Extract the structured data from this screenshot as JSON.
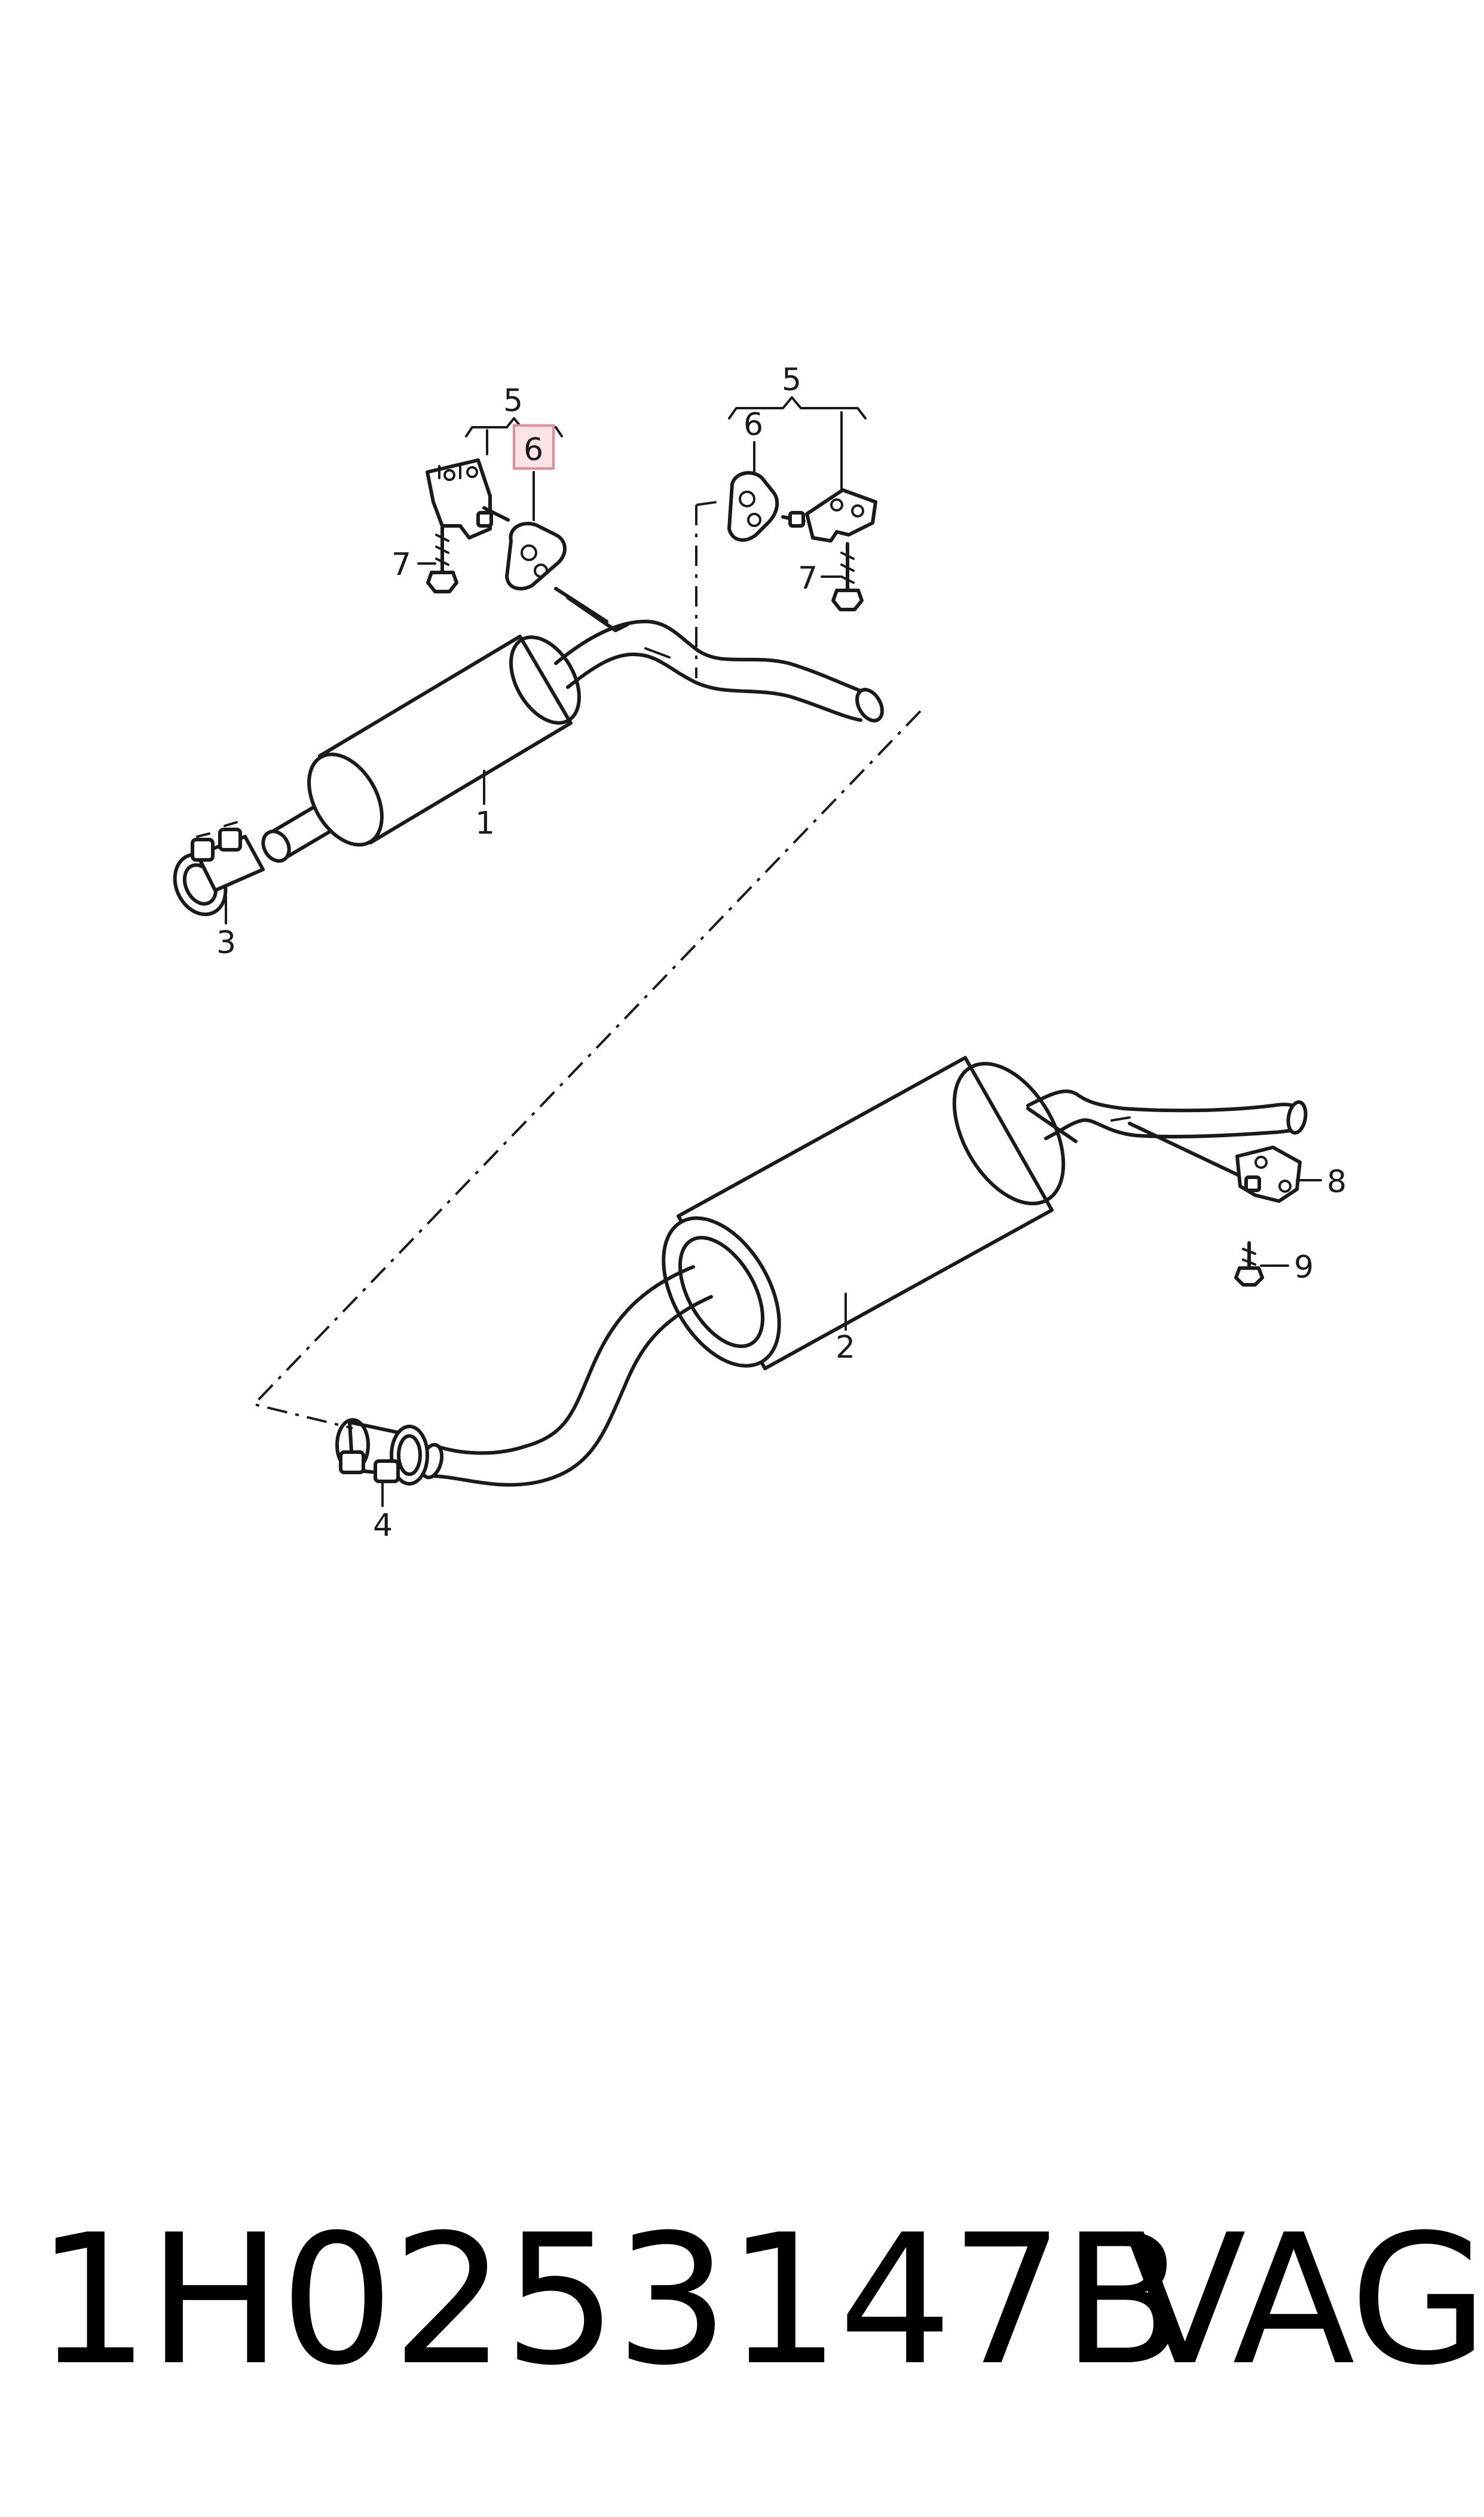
{
  "callouts": {
    "c1": "1",
    "c2": "2",
    "c3": "3",
    "c4": "4",
    "c5a": "5",
    "c5b": "5",
    "c6a": "6",
    "c6b": "6",
    "c7a": "7",
    "c7b": "7",
    "c8": "8",
    "c9": "9"
  },
  "highlight_color": "#fbe3e6",
  "footer": {
    "part_number": "1H0253147B",
    "brand": "VAG"
  }
}
